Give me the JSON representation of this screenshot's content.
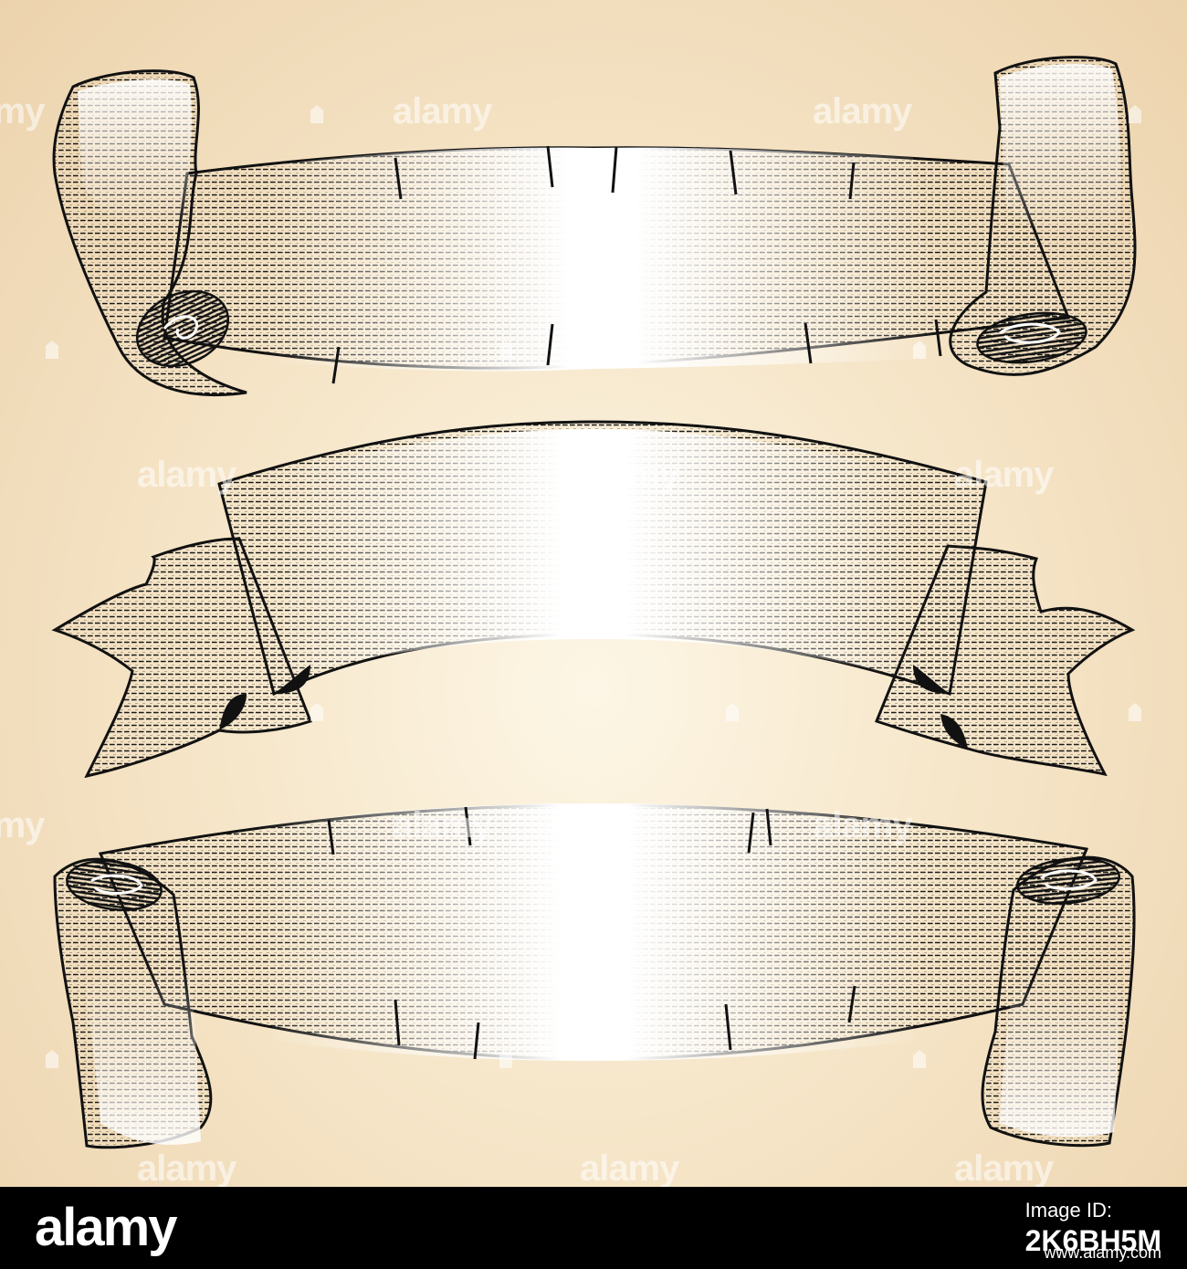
{
  "artboard": {
    "background": "#f6e6c9",
    "ink": "#111111",
    "paper": "#ffffff"
  },
  "watermark": {
    "text": "alamy"
  },
  "footer": {
    "logo_text": "alamy",
    "label": "Image ID:",
    "image_id": "2K6BH5M",
    "site": "www.alamy.com"
  },
  "banners": [
    {
      "name": "top-scroll-banner",
      "style": "scroll with rolled ends, torn edges",
      "text": ""
    },
    {
      "name": "middle-ribbon-banner",
      "style": "arched ribbon with folded forked tails",
      "text": ""
    },
    {
      "name": "bottom-scroll-banner",
      "style": "scroll with rolled ends, torn edges",
      "text": ""
    }
  ]
}
